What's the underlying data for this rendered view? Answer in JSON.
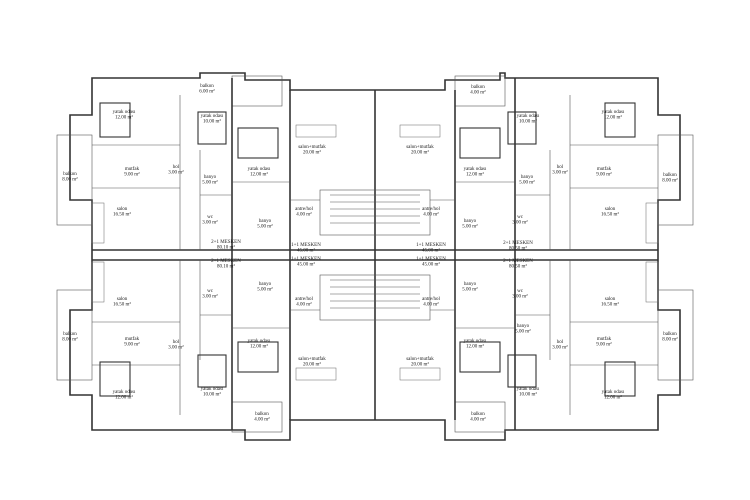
{
  "plan": {
    "rooms": [
      {
        "name": "yatak odası",
        "area": "12.00 m²"
      },
      {
        "name": "yatak odası",
        "area": "10.00 m²"
      },
      {
        "name": "mutfak",
        "area": "9.00 m²"
      },
      {
        "name": "hol",
        "area": "3.00 m²"
      },
      {
        "name": "banyo",
        "area": "5.00 m²"
      },
      {
        "name": "wc",
        "area": "3.00 m²"
      },
      {
        "name": "salon",
        "area": "16.50 m²"
      },
      {
        "name": "balkon",
        "area": "8.00 m²"
      },
      {
        "name": "2+1 MESKEN",
        "area": "80.10 m²"
      },
      {
        "name": "balkon",
        "area": "6.00 m²"
      },
      {
        "name": "yatak odası",
        "area": "12.00 m²"
      },
      {
        "name": "banyo",
        "area": "5.00 m²"
      },
      {
        "name": "salon+mutfak",
        "area": "20.00 m²"
      },
      {
        "name": "antre/hol",
        "area": "4.00 m²"
      },
      {
        "name": "1+1 MESKEN",
        "area": "45.00 m²"
      },
      {
        "name": "balkon",
        "area": "4.00 m²"
      },
      {
        "name": "salon+mutfak",
        "area": "20.00 m²"
      },
      {
        "name": "yatak odası",
        "area": "12.00 m²"
      },
      {
        "name": "banyo",
        "area": "5.00 m²"
      },
      {
        "name": "antre/hol",
        "area": "4.00 m²"
      },
      {
        "name": "1+1 MESKEN",
        "area": "45.00 m²"
      },
      {
        "name": "yatak odası",
        "area": "10.00 m²"
      },
      {
        "name": "yatak odası",
        "area": "12.00 m²"
      },
      {
        "name": "banyo",
        "area": "5.00 m²"
      },
      {
        "name": "hol",
        "area": "3.00 m²"
      },
      {
        "name": "mutfak",
        "area": "9.00 m²"
      },
      {
        "name": "balkon",
        "area": "8.00 m²"
      },
      {
        "name": "salon",
        "area": "16.50 m²"
      },
      {
        "name": "wc",
        "area": "3.00 m²"
      },
      {
        "name": "2+1 MESKEN",
        "area": "80.50 m²"
      },
      {
        "name": "2+1 MESKEN",
        "area": "80.10 m²"
      },
      {
        "name": "salon",
        "area": "16.50 m²"
      },
      {
        "name": "wc",
        "area": "3.00 m²"
      },
      {
        "name": "balkon",
        "area": "8.00 m²"
      },
      {
        "name": "mutfak",
        "area": "9.00 m²"
      },
      {
        "name": "hol",
        "area": "3.00 m²"
      },
      {
        "name": "yatak odası",
        "area": "12.00 m²"
      },
      {
        "name": "yatak odası",
        "area": "10.00 m²"
      },
      {
        "name": "1+1 MESKEN",
        "area": "45.00 m²"
      },
      {
        "name": "banyo",
        "area": "5.00 m²"
      },
      {
        "name": "antre/hol",
        "area": "4.00 m²"
      },
      {
        "name": "yatak odası",
        "area": "12.00 m²"
      },
      {
        "name": "salon+mutfak",
        "area": "20.00 m²"
      },
      {
        "name": "balkon",
        "area": "4.00 m²"
      },
      {
        "name": "1+1 MESKEN",
        "area": "45.00 m²"
      },
      {
        "name": "antre/hol",
        "area": "4.00 m²"
      },
      {
        "name": "banyo",
        "area": "5.00 m²"
      },
      {
        "name": "yatak odası",
        "area": "12.00 m²"
      },
      {
        "name": "salon+mutfak",
        "area": "20.00 m²"
      },
      {
        "name": "balkon",
        "area": "4.00 m²"
      },
      {
        "name": "2+1 MESKEN",
        "area": "80.50 m²"
      },
      {
        "name": "wc",
        "area": "3.00 m²"
      },
      {
        "name": "salon",
        "area": "16.50 m²"
      },
      {
        "name": "banyo",
        "area": "5.00 m²"
      },
      {
        "name": "hol",
        "area": "3.00 m²"
      },
      {
        "name": "mutfak",
        "area": "9.00 m²"
      },
      {
        "name": "balkon",
        "area": "8.00 m²"
      },
      {
        "name": "yatak odası",
        "area": "10.00 m²"
      },
      {
        "name": "yatak odası",
        "area": "12.00 m²"
      }
    ]
  }
}
